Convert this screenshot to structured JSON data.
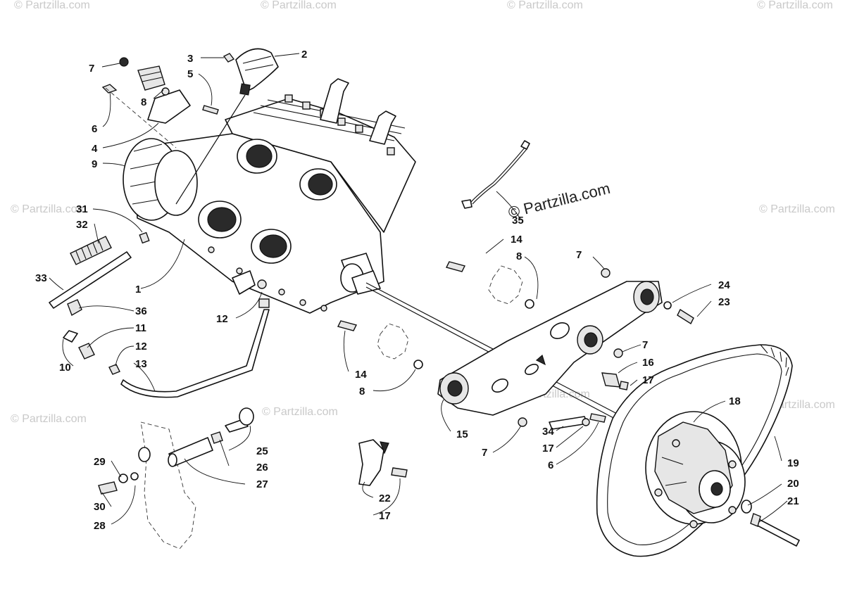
{
  "watermark": {
    "main": "© Partzilla.com",
    "repeat": "© Partzilla.com"
  },
  "callouts": [
    {
      "id": "c7a",
      "label": "7"
    },
    {
      "id": "c3",
      "label": "3"
    },
    {
      "id": "c2",
      "label": "2"
    },
    {
      "id": "c5",
      "label": "5"
    },
    {
      "id": "c8a",
      "label": "8"
    },
    {
      "id": "c6a",
      "label": "6"
    },
    {
      "id": "c4",
      "label": "4"
    },
    {
      "id": "c9",
      "label": "9"
    },
    {
      "id": "c31",
      "label": "31"
    },
    {
      "id": "c32",
      "label": "32"
    },
    {
      "id": "c33",
      "label": "33"
    },
    {
      "id": "c1",
      "label": "1"
    },
    {
      "id": "c36",
      "label": "36"
    },
    {
      "id": "c11",
      "label": "11"
    },
    {
      "id": "c12a",
      "label": "12"
    },
    {
      "id": "c10",
      "label": "10"
    },
    {
      "id": "c13",
      "label": "13"
    },
    {
      "id": "c12b",
      "label": "12"
    },
    {
      "id": "c35",
      "label": "35"
    },
    {
      "id": "c14a",
      "label": "14"
    },
    {
      "id": "c8b",
      "label": "8"
    },
    {
      "id": "c7b",
      "label": "7"
    },
    {
      "id": "c24",
      "label": "24"
    },
    {
      "id": "c23",
      "label": "23"
    },
    {
      "id": "c7c",
      "label": "7"
    },
    {
      "id": "c16",
      "label": "16"
    },
    {
      "id": "c17a",
      "label": "17"
    },
    {
      "id": "c14b",
      "label": "14"
    },
    {
      "id": "c8c",
      "label": "8"
    },
    {
      "id": "c18",
      "label": "18"
    },
    {
      "id": "c15",
      "label": "15"
    },
    {
      "id": "c7d",
      "label": "7"
    },
    {
      "id": "c34",
      "label": "34"
    },
    {
      "id": "c17b",
      "label": "17"
    },
    {
      "id": "c6b",
      "label": "6"
    },
    {
      "id": "c19",
      "label": "19"
    },
    {
      "id": "c25",
      "label": "25"
    },
    {
      "id": "c26",
      "label": "26"
    },
    {
      "id": "c27",
      "label": "27"
    },
    {
      "id": "c29",
      "label": "29"
    },
    {
      "id": "c30",
      "label": "30"
    },
    {
      "id": "c28",
      "label": "28"
    },
    {
      "id": "c22",
      "label": "22"
    },
    {
      "id": "c17c",
      "label": "17"
    },
    {
      "id": "c20",
      "label": "20"
    },
    {
      "id": "c21",
      "label": "21"
    }
  ]
}
